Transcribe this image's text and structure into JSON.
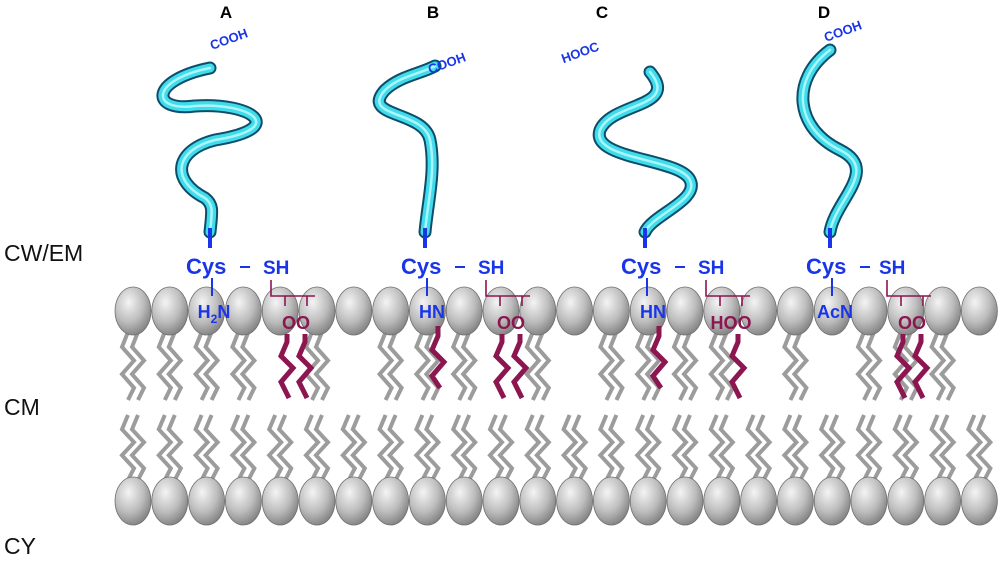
{
  "regions": [
    "CW/EM",
    "CM",
    "CY"
  ],
  "colors": {
    "chain": "#3fdcec",
    "chain_dark": "#1e4cc8",
    "text_blue": "#1a35e8",
    "lipid_tail": "#9c9c9c",
    "acyl": "#8c1650",
    "head_light": "#eeeeee",
    "head_dark": "#8a8a8a"
  },
  "panels": [
    {
      "label": "A",
      "terminus": "COOH",
      "residue": "Cys",
      "thiol": "SH",
      "n_group": "H2N",
      "n_group_sub": "2",
      "ester": "OO",
      "n_acylated": false
    },
    {
      "label": "B",
      "terminus": "COOH",
      "residue": "Cys",
      "thiol": "SH",
      "n_group": "HN",
      "ester": "OO",
      "n_acylated": true
    },
    {
      "label": "C",
      "terminus": "HOOC",
      "residue": "Cys",
      "thiol": "SH",
      "n_group": "HN",
      "ester": "HOO",
      "n_acylated": true
    },
    {
      "label": "D",
      "terminus": "COOH",
      "residue": "Cys",
      "thiol": "SH",
      "n_group": "AcN",
      "ester": "OO",
      "n_acylated": false
    }
  ]
}
